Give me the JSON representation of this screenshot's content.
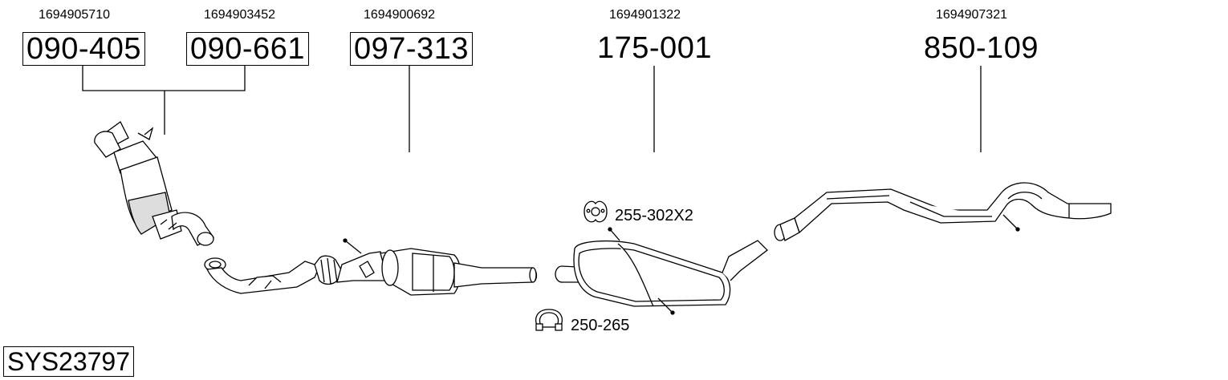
{
  "parts": [
    {
      "oem": "1694905710",
      "part": "090-405"
    },
    {
      "oem": "1694903452",
      "part": "090-661"
    },
    {
      "oem": "1694900692",
      "part": "097-313"
    },
    {
      "oem": "1694901322",
      "part": "175-001"
    },
    {
      "oem": "1694907321",
      "part": "850-109"
    }
  ],
  "accessories": [
    {
      "part": "255-302X2",
      "icon": "gasket-icon"
    },
    {
      "part": "250-265",
      "icon": "clamp-icon"
    }
  ],
  "system_code": "SYS23797",
  "colors": {
    "line": "#000000",
    "fill": "#ffffff",
    "shade": "#dddddd"
  }
}
